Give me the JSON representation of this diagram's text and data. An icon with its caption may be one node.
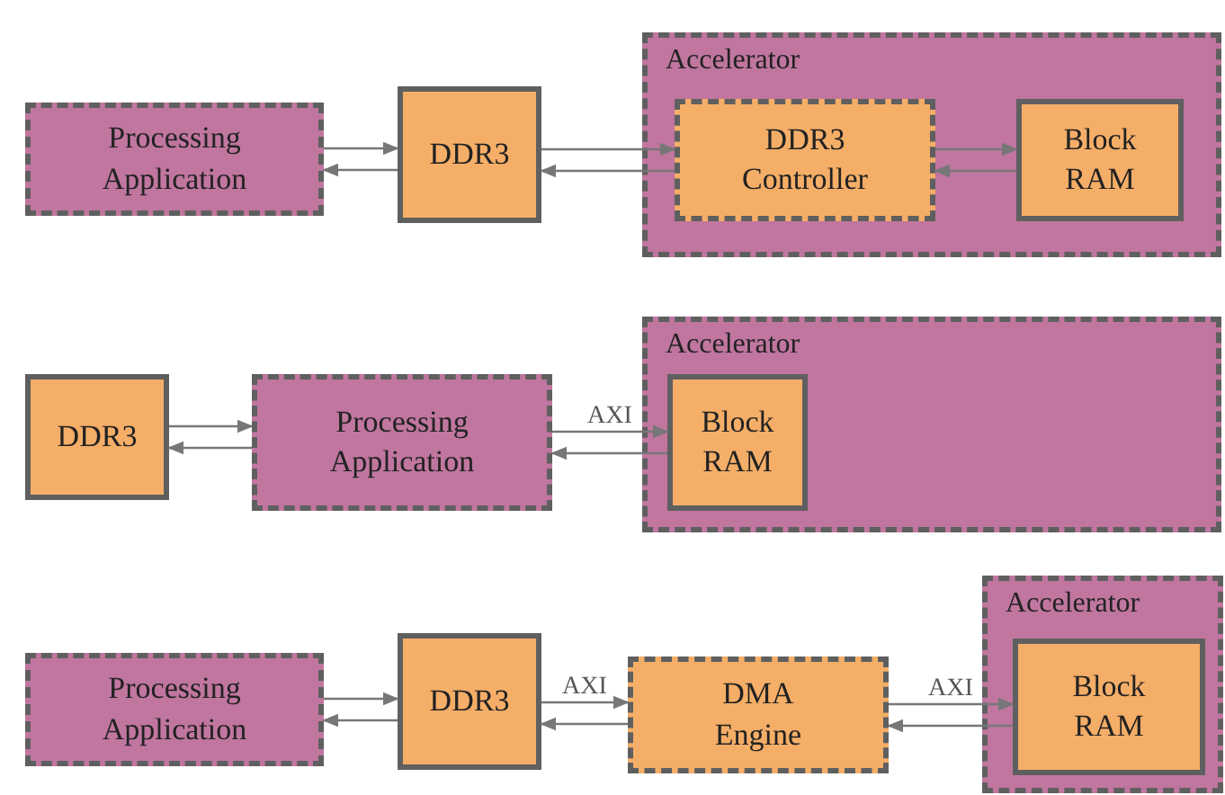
{
  "diagram": {
    "nodes": [
      {
        "text": [
          "Processing Application"
        ]
      },
      {
        "text": [
          "DDR3"
        ]
      },
      {
        "text": [
          "Accelerator"
        ]
      },
      {
        "text": [
          "DDR3 Controller"
        ],
        "in": 2
      },
      {
        "text": [
          "Block RAM"
        ],
        "in": 2
      },
      {
        "text": [
          "DDR3"
        ]
      },
      {
        "text": [
          "Processing Application"
        ]
      },
      {
        "text": [
          "Accelerator"
        ]
      },
      {
        "text": [
          "Block RAM"
        ],
        "in": 7
      },
      {
        "text": [
          "Processing Application"
        ]
      },
      {
        "text": [
          "DDR3"
        ]
      },
      {
        "text": [
          "DMA Engine"
        ]
      },
      {
        "text": [
          "Accelerator"
        ]
      },
      {
        "text": [
          "Block RAM"
        ],
        "in": 12
      }
    ],
    "edges": [
      {
        "from": 0,
        "to": 1,
        "arrow": "to"
      },
      {
        "from": 1,
        "to": 0,
        "arrow": "to"
      },
      {
        "from": 1,
        "to": 3,
        "arrow": "to"
      },
      {
        "from": 3,
        "to": 1,
        "arrow": "to"
      },
      {
        "from": 3,
        "to": 4,
        "arrow": "to"
      },
      {
        "from": 4,
        "to": 3,
        "arrow": "to"
      },
      {
        "from": 5,
        "to": 6,
        "arrow": "to"
      },
      {
        "from": 6,
        "to": 5,
        "arrow": "to"
      },
      {
        "from": 6,
        "to": 8,
        "arrow": "to",
        "label": "AXI"
      },
      {
        "from": 8,
        "to": 6,
        "arrow": "to"
      },
      {
        "from": 9,
        "to": 10,
        "arrow": "to"
      },
      {
        "from": 10,
        "to": 9,
        "arrow": "to"
      },
      {
        "from": 10,
        "to": 11,
        "arrow": "to",
        "label": "AXI"
      },
      {
        "from": 11,
        "to": 10,
        "arrow": "to"
      },
      {
        "from": 11,
        "to": 13,
        "arrow": "to",
        "label": "AXI"
      },
      {
        "from": 13,
        "to": 11,
        "arrow": "to"
      }
    ]
  }
}
